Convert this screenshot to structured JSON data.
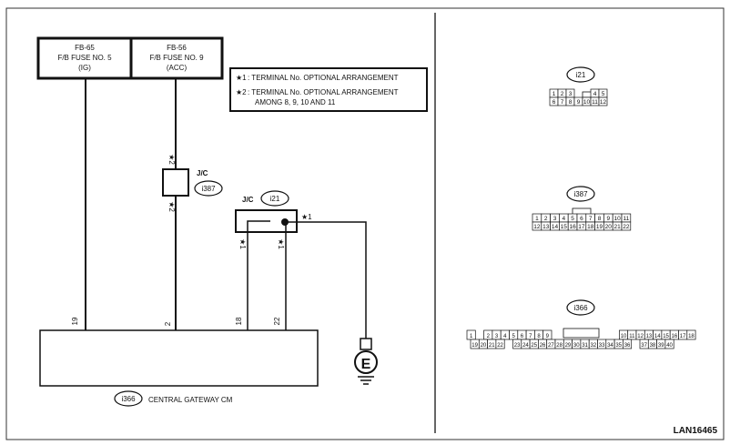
{
  "fuses": [
    {
      "code": "FB-65",
      "name": "F/B FUSE NO. 5",
      "source": "(IG)"
    },
    {
      "code": "FB-56",
      "name": "F/B FUSE NO. 9",
      "source": "(ACC)"
    }
  ],
  "legend": [
    {
      "mark": "★1",
      "text": ":  TERMINAL No. OPTIONAL ARRANGEMENT",
      "text2": ""
    },
    {
      "mark": "★2",
      "text": ":  TERMINAL No. OPTIONAL ARRANGEMENT",
      "text2": "AMONG 8, 9, 10 AND 11"
    }
  ],
  "jc_upper": {
    "label": "J/C",
    "connector": "i387"
  },
  "jc_lower": {
    "label": "J/C",
    "connector": "i21"
  },
  "marks": {
    "star1": "★1",
    "star2": "★2"
  },
  "pins": {
    "p19": "19",
    "p2": "2",
    "p18": "18",
    "p22": "22"
  },
  "ground": "E",
  "module": {
    "connector": "i366",
    "name": "CENTRAL GATEWAY CM"
  },
  "connectors": {
    "i21": {
      "label": "i21",
      "top": [
        "1",
        "2",
        "3",
        "",
        "",
        "4",
        "5"
      ],
      "bottom": [
        "6",
        "7",
        "8",
        "9",
        "10",
        "11",
        "12"
      ]
    },
    "i387": {
      "label": "i387",
      "top": [
        "1",
        "2",
        "3",
        "4",
        "5",
        "6",
        "7",
        "8",
        "9",
        "10",
        "11"
      ],
      "bottom": [
        "12",
        "13",
        "14",
        "15",
        "16",
        "17",
        "18",
        "19",
        "20",
        "21",
        "22"
      ]
    },
    "i366": {
      "label": "i366",
      "top": [
        "1",
        "",
        "2",
        "3",
        "4",
        "5",
        "6",
        "7",
        "8",
        "9",
        "",
        "",
        "",
        "",
        "",
        "",
        "",
        "",
        "10",
        "11",
        "12",
        "13",
        "14",
        "15",
        "16",
        "17",
        "18"
      ],
      "bottom": [
        "19",
        "20",
        "21",
        "22",
        "",
        "23",
        "24",
        "25",
        "26",
        "27",
        "28",
        "29",
        "30",
        "31",
        "32",
        "33",
        "34",
        "35",
        "36",
        "",
        "37",
        "38",
        "39",
        "40"
      ]
    }
  },
  "code": "LAN16465"
}
